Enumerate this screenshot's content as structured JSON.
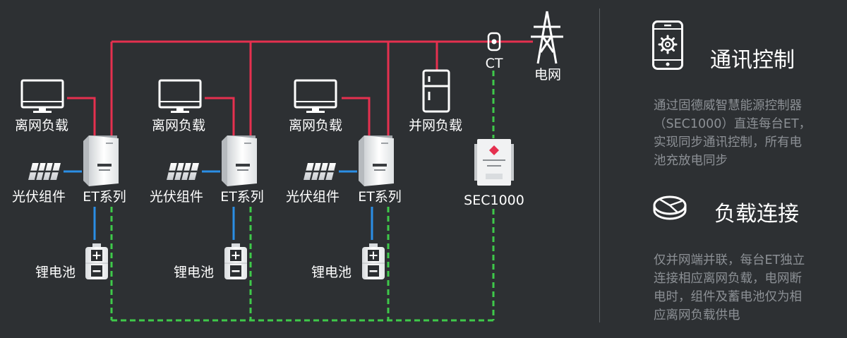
{
  "colors": {
    "background": "#2d3033",
    "ac_line": "#e5304f",
    "dc_line": "#2a8ee5",
    "comm_line": "#3ec94a",
    "divider": "#5a5e62",
    "desc_text": "#8c9095"
  },
  "diagram": {
    "grid_label": "电网",
    "ct_label": "CT",
    "controller_label": "SEC1000",
    "ongrid_load_label": "并网负载",
    "units": [
      {
        "offgrid_load_label": "离网负载",
        "pv_label": "光伏组件",
        "inverter_label": "ET系列",
        "battery_label": "锂电池"
      },
      {
        "offgrid_load_label": "离网负载",
        "pv_label": "光伏组件",
        "inverter_label": "ET系列",
        "battery_label": "锂电池"
      },
      {
        "offgrid_load_label": "离网负载",
        "pv_label": "光伏组件",
        "inverter_label": "ET系列",
        "battery_label": "锂电池"
      }
    ]
  },
  "panel": {
    "sections": [
      {
        "icon": "phone-gear-icon",
        "title": "通讯控制",
        "lines": [
          "通过固德威智慧能源控制器",
          "（SEC1000）直连每台ET，",
          "实现同步通讯控制，所有电",
          "池充放电同步"
        ]
      },
      {
        "icon": "pie-disc-icon",
        "title": "负载连接",
        "lines": [
          "仅并网端并联，每台ET独立",
          "连接相应离网负载，电网断",
          "电时，组件及蓄电池仅为相",
          "应离网负载供电"
        ]
      }
    ]
  }
}
